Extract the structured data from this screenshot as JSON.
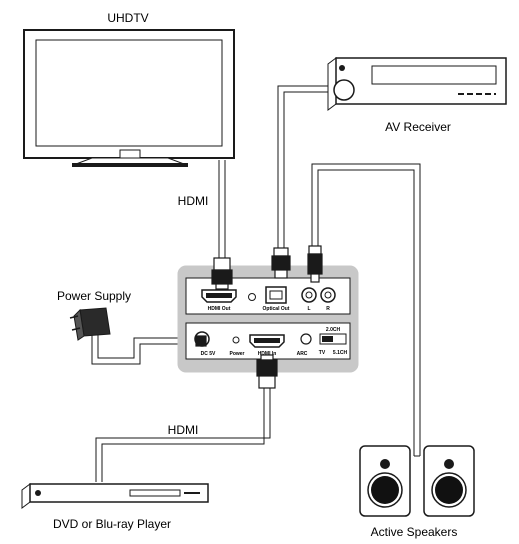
{
  "labels": {
    "tv": "UHDTV",
    "av_receiver": "AV Receiver",
    "hdmi_top": "HDMI",
    "power_supply": "Power Supply",
    "hdmi_bottom": "HDMI",
    "player": "DVD or Blu-ray Player",
    "speakers": "Active Speakers"
  },
  "device_ports": {
    "hdmi_out": "HDMI Out",
    "optical_out": "Optical Out",
    "audio_l": "L",
    "audio_r": "R",
    "dc_5v": "DC 5V",
    "power": "Power",
    "hdmi_in": "HDMI In",
    "arc": "ARC",
    "switch_top": "2.0CH",
    "switch_tv": "TV",
    "switch_51": "5.1CH"
  },
  "colors": {
    "line": "#1a1a1a",
    "device_body": "#c8c8c8",
    "panel": "#ffffff",
    "speaker_cone": "#111111"
  }
}
